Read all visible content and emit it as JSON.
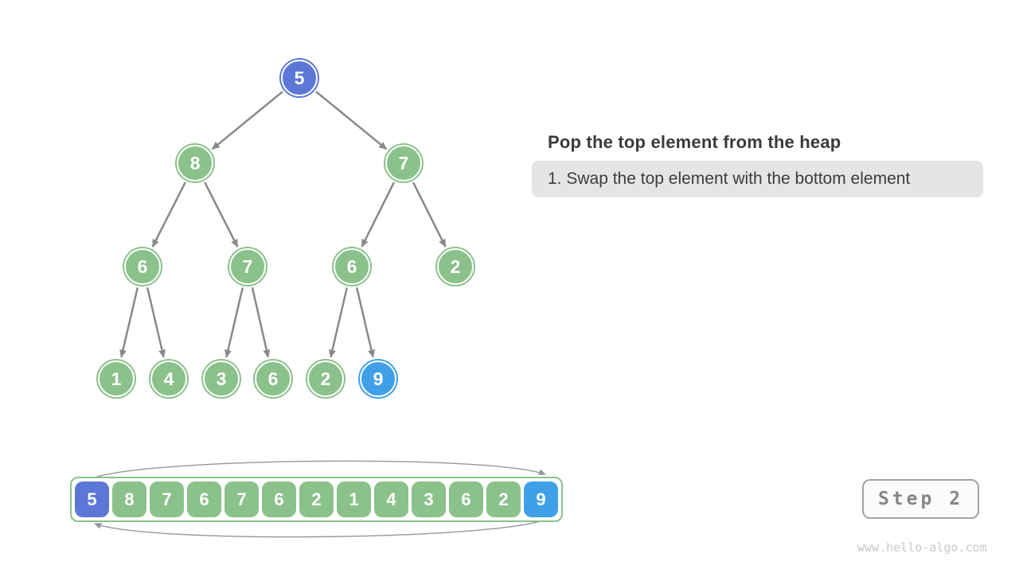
{
  "annotation": {
    "title": "Pop the top element from the heap",
    "step_note": "1. Swap the top element with the bottom element"
  },
  "step_badge": {
    "label": "Step 2"
  },
  "watermark": {
    "text": "www.hello-algo.com"
  },
  "colors": {
    "node_root": "#5c77d6",
    "node_normal": "#8bc18a",
    "node_highlight": "#3fa0e8",
    "edge": "#898989",
    "swap_arrow": "#979797",
    "note_box_bg": "#e5e5e5",
    "title_text": "#3a3a3a",
    "badge_text": "#868686",
    "watermark_text": "#c9c9c9"
  },
  "tree": {
    "nodes": [
      {
        "id": "n0",
        "value": "5",
        "variant": "root"
      },
      {
        "id": "n1",
        "value": "8",
        "variant": "normal"
      },
      {
        "id": "n2",
        "value": "7",
        "variant": "normal"
      },
      {
        "id": "n3",
        "value": "6",
        "variant": "normal"
      },
      {
        "id": "n4",
        "value": "7",
        "variant": "normal"
      },
      {
        "id": "n5",
        "value": "6",
        "variant": "normal"
      },
      {
        "id": "n6",
        "value": "2",
        "variant": "normal"
      },
      {
        "id": "n7",
        "value": "1",
        "variant": "normal"
      },
      {
        "id": "n8",
        "value": "4",
        "variant": "normal"
      },
      {
        "id": "n9",
        "value": "3",
        "variant": "normal"
      },
      {
        "id": "n10",
        "value": "6",
        "variant": "normal"
      },
      {
        "id": "n11",
        "value": "2",
        "variant": "normal"
      },
      {
        "id": "n12",
        "value": "9",
        "variant": "highlight"
      }
    ],
    "edges": [
      [
        "n0",
        "n1"
      ],
      [
        "n0",
        "n2"
      ],
      [
        "n1",
        "n3"
      ],
      [
        "n1",
        "n4"
      ],
      [
        "n2",
        "n5"
      ],
      [
        "n2",
        "n6"
      ],
      [
        "n3",
        "n7"
      ],
      [
        "n3",
        "n8"
      ],
      [
        "n4",
        "n9"
      ],
      [
        "n4",
        "n10"
      ],
      [
        "n5",
        "n11"
      ],
      [
        "n5",
        "n12"
      ]
    ]
  },
  "array": {
    "cells": [
      {
        "value": "5",
        "variant": "root"
      },
      {
        "value": "8",
        "variant": "normal"
      },
      {
        "value": "7",
        "variant": "normal"
      },
      {
        "value": "6",
        "variant": "normal"
      },
      {
        "value": "7",
        "variant": "normal"
      },
      {
        "value": "6",
        "variant": "normal"
      },
      {
        "value": "2",
        "variant": "normal"
      },
      {
        "value": "1",
        "variant": "normal"
      },
      {
        "value": "4",
        "variant": "normal"
      },
      {
        "value": "3",
        "variant": "normal"
      },
      {
        "value": "6",
        "variant": "normal"
      },
      {
        "value": "2",
        "variant": "normal"
      },
      {
        "value": "9",
        "variant": "highlight"
      }
    ]
  }
}
